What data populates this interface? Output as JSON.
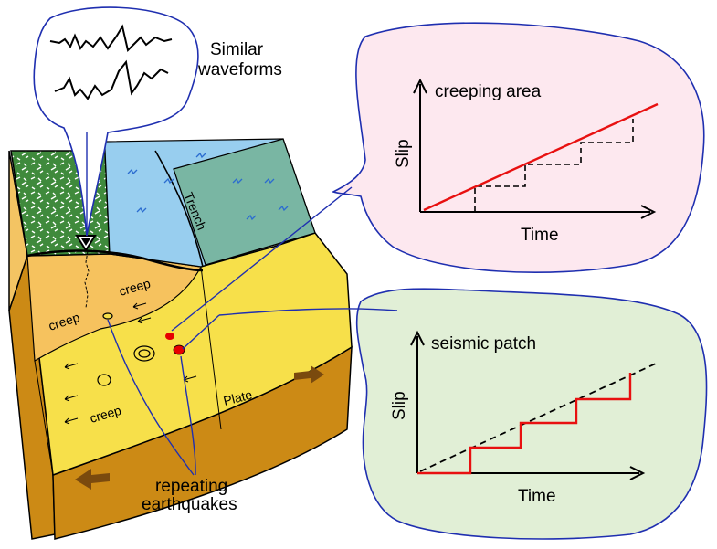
{
  "waveforms": {
    "label_line1": "Similar",
    "label_line2": "waveforms"
  },
  "block": {
    "trench_label": "Trench",
    "creep_label_1": "creep",
    "creep_label_2": "creep",
    "creep_label_3": "creep",
    "plate_label": "Plate"
  },
  "repeating": {
    "label_line1": "repeating",
    "label_line2": "earthquakes"
  },
  "creeping_plot": {
    "title": "creeping area",
    "ylabel": "Slip",
    "xlabel": "Time",
    "line_color": "#e81010",
    "bubble_fill": "#fde8ef"
  },
  "seismic_plot": {
    "title": "seismic patch",
    "ylabel": "Slip",
    "xlabel": "Time",
    "line_color": "#e81010",
    "bubble_fill": "#e1efd6"
  },
  "colors": {
    "forest": "#3f8a3c",
    "ocean": "#86c6ec",
    "shallow": "#6fae8a",
    "creep_zone": "#f6c25e",
    "plate_top": "#f7e04a",
    "plate_side": "#cc8a15",
    "arrow": "#7a4a0e",
    "link_line": "#1f2fb0",
    "quake_red": "#e60000"
  },
  "icons": {
    "seismometer": "seismometer-triangle-icon",
    "plate_arrow": "plate-motion-arrow-icon"
  }
}
